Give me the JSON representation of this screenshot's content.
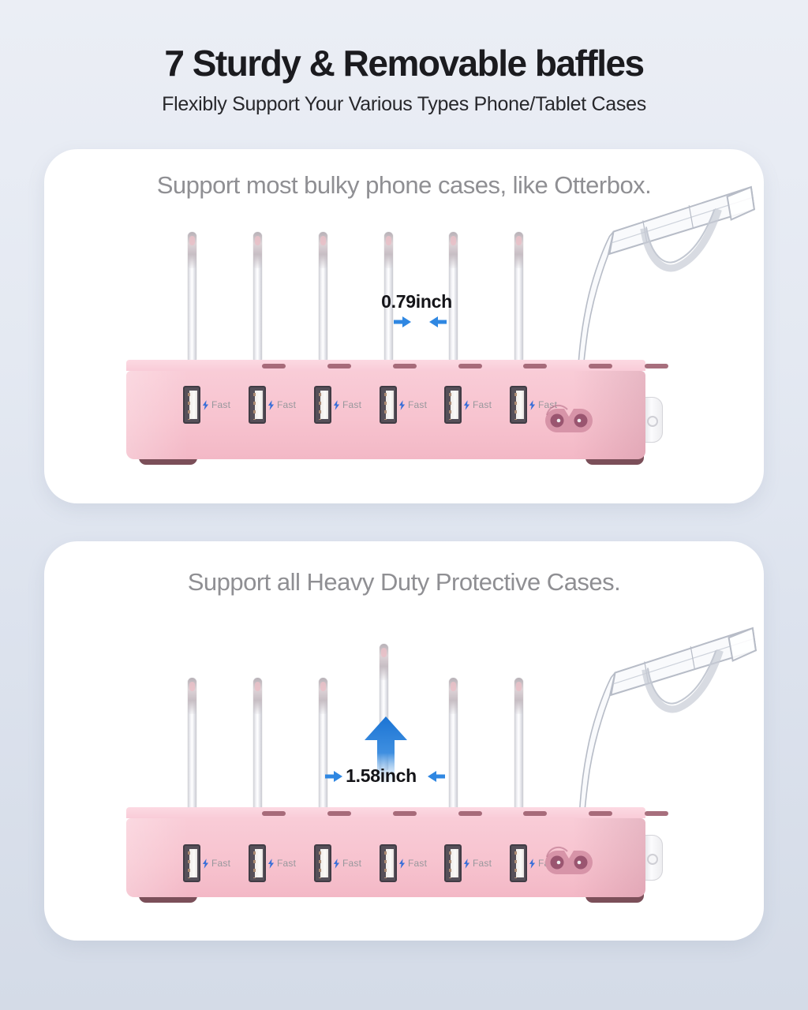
{
  "header": {
    "title": "7 Sturdy & Removable baffles",
    "subtitle": "Flexibly Support Your Various Types Phone/Tablet Cases"
  },
  "cards": [
    {
      "heading": "Support most bulky phone cases, like Otterbox.",
      "measurement": "0.79inch"
    },
    {
      "heading": "Support all Heavy Duty Protective Cases.",
      "measurement": "1.58inch"
    }
  ],
  "station": {
    "fast_label": "Fast",
    "usb_ports_visible": 6,
    "baffles_visible": 6
  },
  "colors": {
    "accent_blue": "#2f87e2",
    "product_pink": "#f7c3cf",
    "background_top": "#ebeef5",
    "background_bottom": "#d4dbe7"
  }
}
